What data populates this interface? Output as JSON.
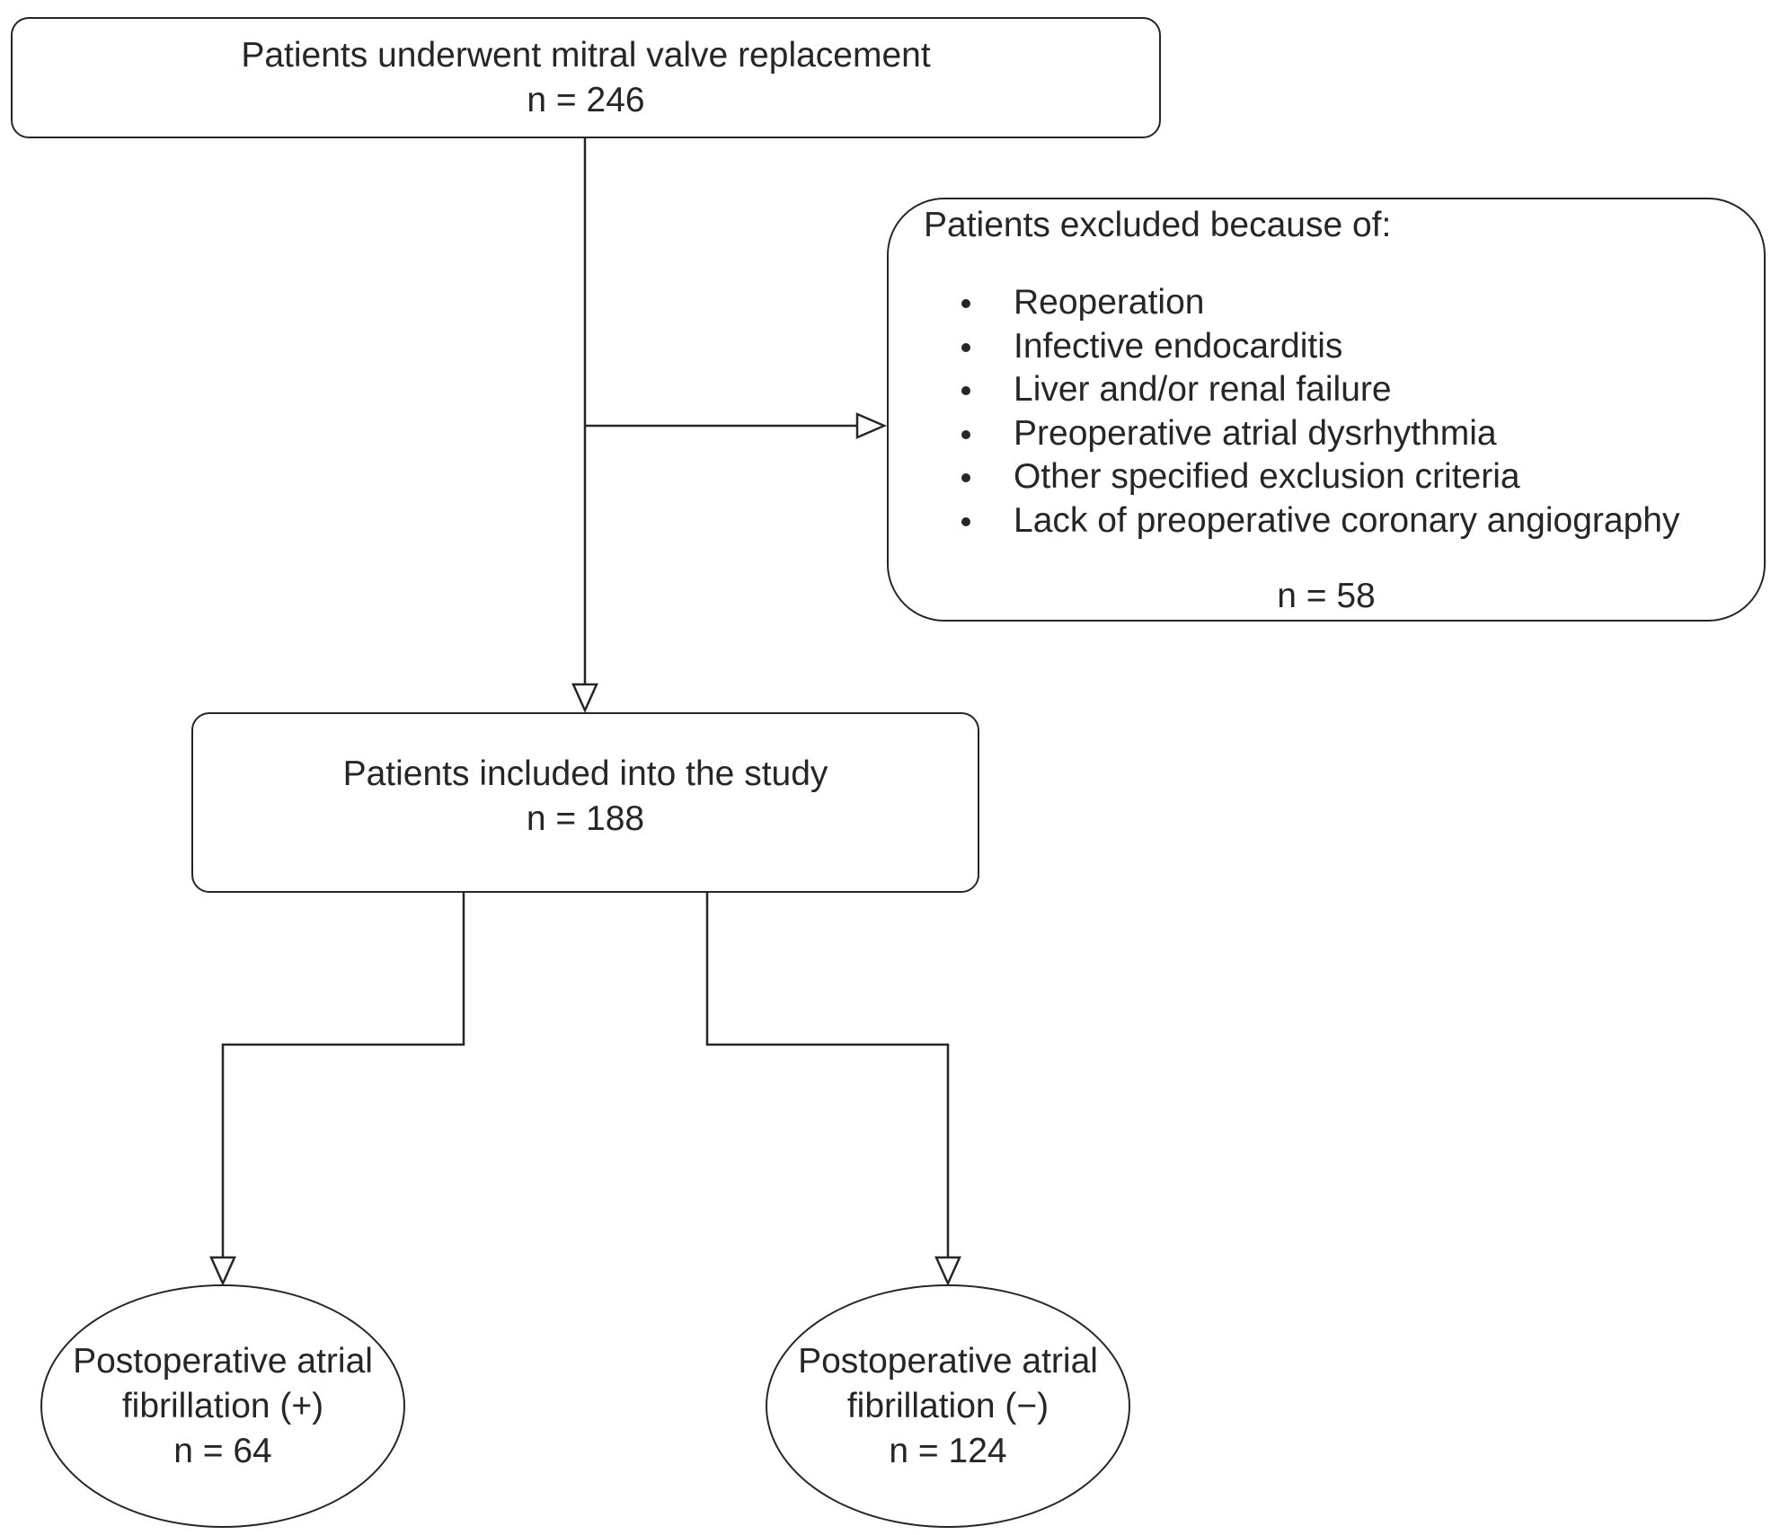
{
  "flowchart": {
    "enrolled": {
      "title": "Patients underwent mitral valve replacement",
      "count": "n = 246"
    },
    "excluded": {
      "heading": "Patients excluded because of:",
      "reasons": [
        "Reoperation",
        "Infective endocarditis",
        "Liver and/or renal failure",
        "Preoperative atrial dysrhythmia",
        "Other specified exclusion criteria",
        "Lack of preoperative coronary angiography"
      ],
      "count": "n = 58"
    },
    "included": {
      "title": "Patients included into the study",
      "count": "n = 188"
    },
    "poaf_positive": {
      "line1": "Postoperative atrial",
      "line2": "fibrillation (+)",
      "count": "n = 64"
    },
    "poaf_negative": {
      "line1": "Postoperative atrial",
      "line2": "fibrillation (−)",
      "count": "n = 124"
    }
  },
  "colors": {
    "stroke": "#262626",
    "background": "#ffffff"
  }
}
